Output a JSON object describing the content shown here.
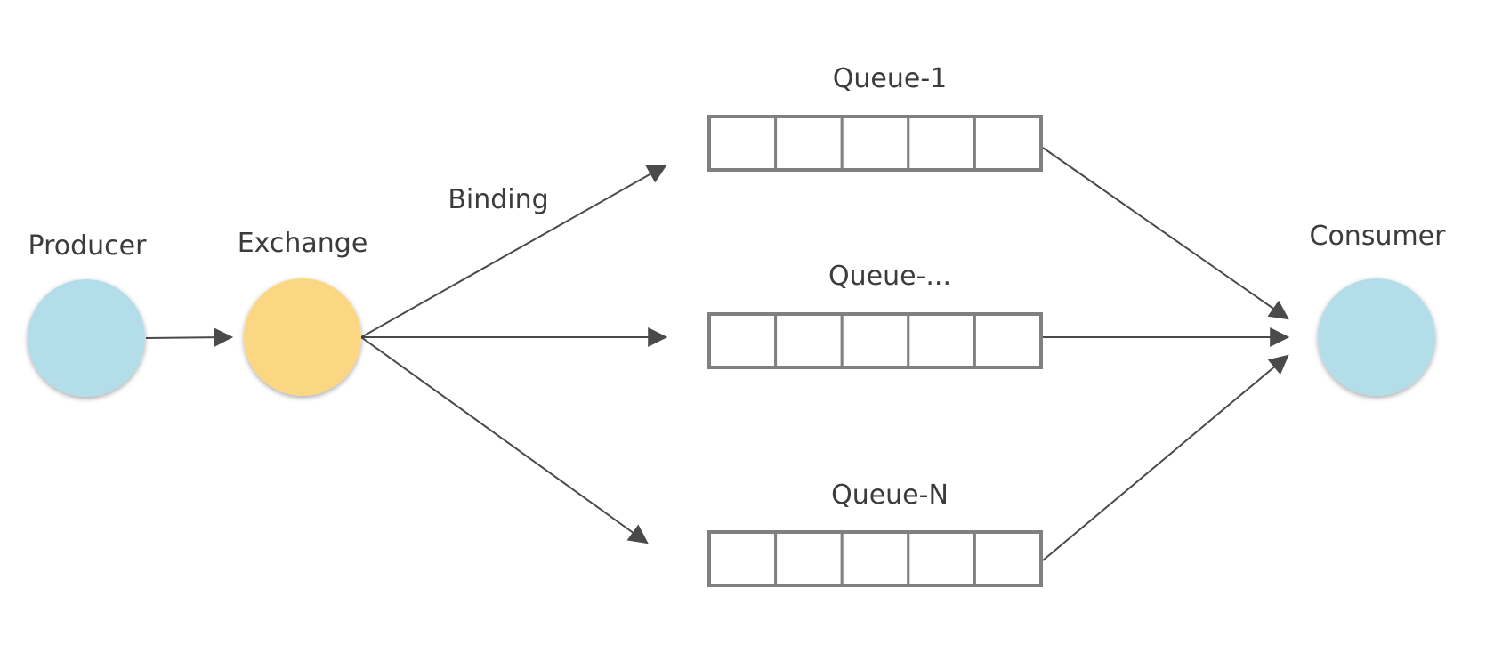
{
  "colors": {
    "producer": "#b3dde8",
    "exchange": "#fcd783",
    "consumer": "#b3dde8",
    "queue_border": "#808080",
    "arrow": "#4a4a4a",
    "text": "#3c3c3c"
  },
  "nodes": {
    "producer": {
      "label": "Producer"
    },
    "exchange": {
      "label": "Exchange"
    },
    "consumer": {
      "label": "Consumer"
    }
  },
  "binding_label": "Binding",
  "queues": [
    {
      "label": "Queue-1",
      "slots": 5
    },
    {
      "label": "Queue-...",
      "slots": 5
    },
    {
      "label": "Queue-N",
      "slots": 5
    }
  ]
}
